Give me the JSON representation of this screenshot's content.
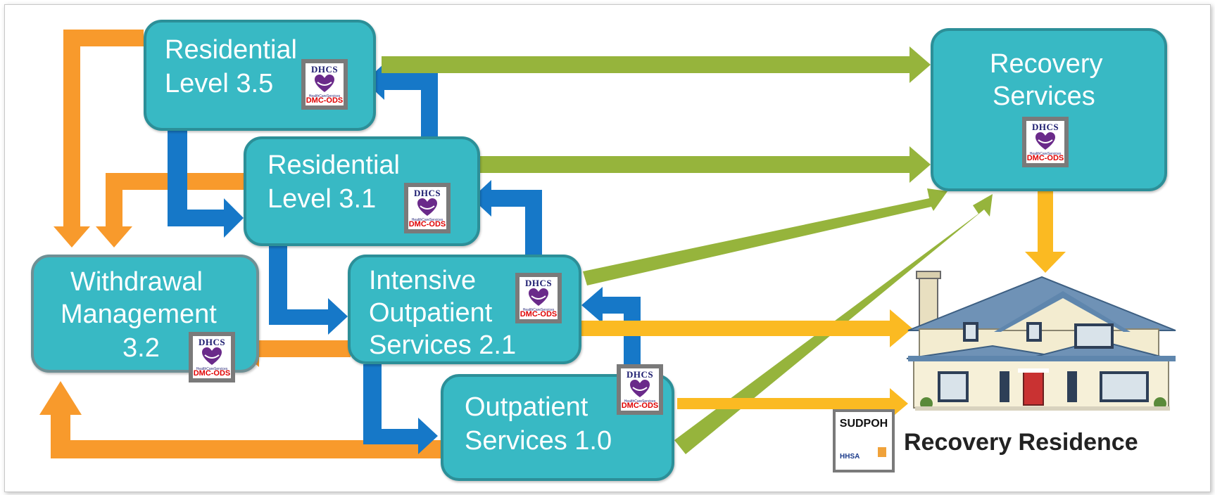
{
  "diagram": {
    "nodes": {
      "residential_35": {
        "line1": "Residential",
        "line2": "Level 3.5"
      },
      "residential_31": {
        "line1": "Residential",
        "line2": "Level 3.1"
      },
      "withdrawal": {
        "line1": "Withdrawal",
        "line2": "Management",
        "line3": "3.2"
      },
      "intensive": {
        "line1": "Intensive",
        "line2": "Outpatient",
        "line3": "Services 2.1"
      },
      "outpatient": {
        "line1": "Outpatient",
        "line2": "Services 1.0"
      },
      "recovery_services": {
        "line1": "Recovery",
        "line2": "Services"
      }
    },
    "badge": {
      "org": "DHCS",
      "tagline": "HealthCareServices",
      "program": "DMC-ODS"
    },
    "sudpoh": {
      "title": "SUDPOH",
      "org": "HHSA"
    },
    "house_caption": "Recovery Residence"
  },
  "colors": {
    "box_fill": "#38b9c4",
    "orange_arrow": "#f89a2c",
    "blue_arrow": "#1678c8",
    "green_arrow": "#96b43c",
    "gold_arrow": "#fbba22"
  },
  "icons": [
    "dhcs-heart-logo",
    "house-illustration",
    "sudpoh-logo"
  ]
}
